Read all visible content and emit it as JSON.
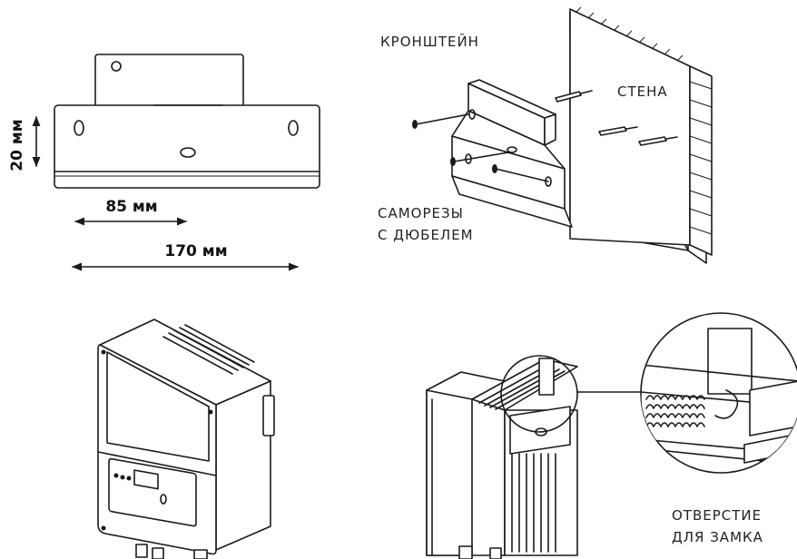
{
  "labels": {
    "bracket": "КРОНШТЕЙН",
    "wall": "СТЕНА",
    "screws_line1": "САМОРЕЗЫ",
    "screws_line2": "С ДЮБЕЛЕМ",
    "lock_line1": "ОТВЕРСТИЕ",
    "lock_line2": "ДЛЯ ЗАМКА"
  },
  "dimensions": {
    "height": "20 мм",
    "half_width": "85 мм",
    "full_width": "170 мм"
  },
  "colors": {
    "line": "#1a1a1a",
    "background": "#ffffff"
  }
}
